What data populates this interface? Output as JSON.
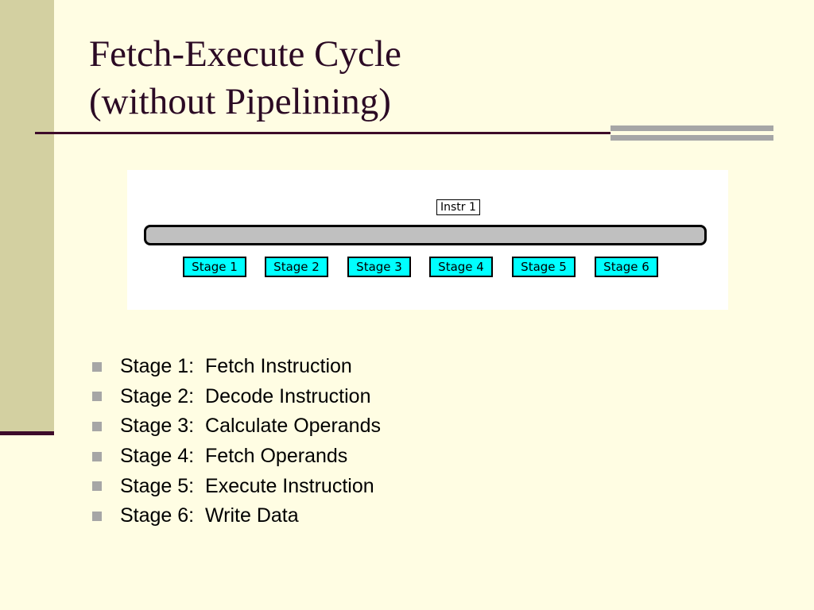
{
  "slide": {
    "title_line1": "Fetch-Execute Cycle",
    "title_line2": "(without Pipelining)"
  },
  "diagram": {
    "instruction_label": "Instr 1",
    "stages": [
      "Stage 1",
      "Stage 2",
      "Stage 3",
      "Stage 4",
      "Stage 5",
      "Stage 6"
    ]
  },
  "bullets": [
    "Stage 1:  Fetch Instruction",
    "Stage 2:  Decode Instruction",
    "Stage 3:  Calculate Operands",
    "Stage 4:  Fetch Operands",
    "Stage 5:  Execute Instruction",
    "Stage 6:  Write Data"
  ],
  "colors": {
    "background": "#fffde3",
    "sidebar": "#d3d0a1",
    "accent_rule": "#3d0b2a",
    "stage_box": "#00ffff",
    "pipeline_bar": "#c0c0c0",
    "bullet": "#a6a6a6"
  }
}
